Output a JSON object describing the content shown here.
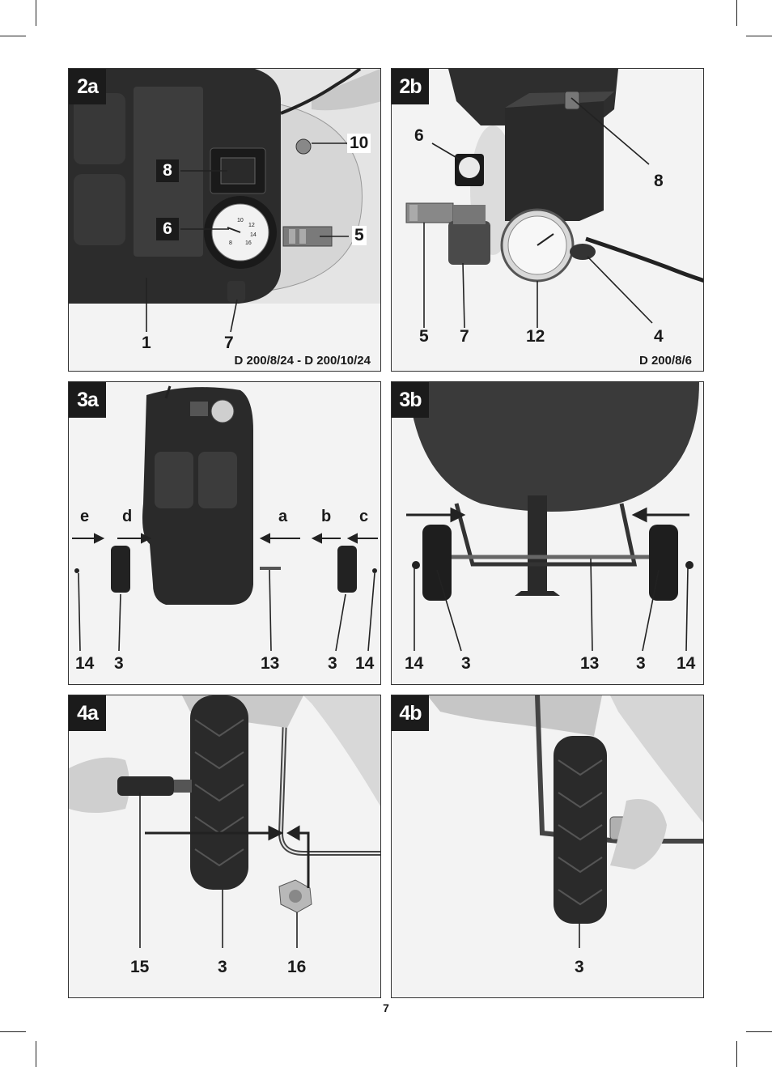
{
  "page_number": "7",
  "panels": {
    "p2a": {
      "tag": "2a",
      "model": "D 200/8/24 - D 200/10/24",
      "labels": {
        "l1": "1",
        "l5": "5",
        "l6": "6",
        "l7": "7",
        "l8": "8",
        "l10": "10"
      },
      "gauge_marks": {
        "g10": "10",
        "g12": "12",
        "g14": "14",
        "g16": "16",
        "g8": "8"
      }
    },
    "p2b": {
      "tag": "2b",
      "model": "D 200/8/6",
      "labels": {
        "l6": "6",
        "l8": "8",
        "l5": "5",
        "l7": "7",
        "l12": "12",
        "l4": "4"
      }
    },
    "p3a": {
      "tag": "3a",
      "arrows": {
        "e": "e",
        "d": "d",
        "a": "a",
        "b": "b",
        "c": "c"
      },
      "labels": {
        "l14a": "14",
        "l3a": "3",
        "l13": "13",
        "l3b": "3",
        "l14b": "14"
      }
    },
    "p3b": {
      "tag": "3b",
      "labels": {
        "l14a": "14",
        "l3a": "3",
        "l13": "13",
        "l3b": "3",
        "l14b": "14"
      }
    },
    "p4a": {
      "tag": "4a",
      "labels": {
        "l15": "15",
        "l3": "3",
        "l16": "16"
      }
    },
    "p4b": {
      "tag": "4b",
      "labels": {
        "l3": "3"
      }
    }
  },
  "colors": {
    "ink": "#1b1b1b",
    "dark_metal": "#3a3a3a",
    "mid_gray": "#8a8a8a",
    "light_gray": "#d4d4d4"
  }
}
